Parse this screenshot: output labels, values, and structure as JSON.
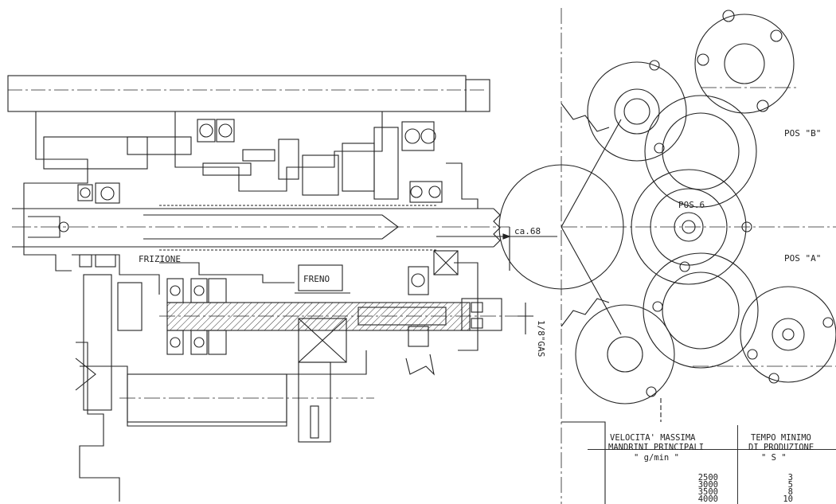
{
  "labels": {
    "ca68": "ca.68",
    "frizione": "FRIZIONE",
    "freno": "FRENO",
    "gas": "1/8\"GAS",
    "pos_b": "POS \"B\"",
    "pos_a": "POS \"A\"",
    "pos6": "POS.6"
  },
  "table": {
    "col1_header_line1": "VELOCITA' MASSIMA",
    "col1_header_line2": "MANDRINI PRINCIPALI",
    "col1_header_line3": "\" g/min \"",
    "col2_header_line1": "TEMPO MINIMO",
    "col2_header_line2": "DI PRODUZIONE",
    "col2_header_line3": "\" S \"",
    "rows": [
      {
        "speed": "2500",
        "time": "3"
      },
      {
        "speed": "3000",
        "time": "5"
      },
      {
        "speed": "3500",
        "time": "8"
      },
      {
        "speed": "4000",
        "time": "10"
      }
    ]
  }
}
